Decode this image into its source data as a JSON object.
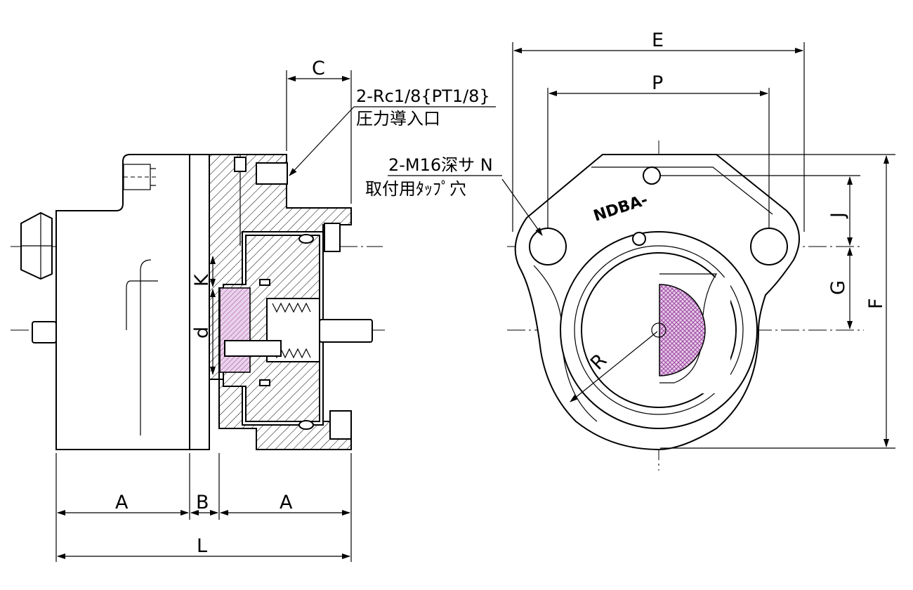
{
  "labels": {
    "dim_a_left": "A",
    "dim_b": "B",
    "dim_a_right": "A",
    "dim_l": "L",
    "dim_c": "C",
    "dim_k": "K",
    "dim_d": "d",
    "dim_e": "E",
    "dim_p": "P",
    "dim_j": "J",
    "dim_g": "G",
    "dim_f": "F",
    "dim_r": "R"
  },
  "notes": {
    "port_line1": "2-Rc1/8{PT1/8}",
    "port_line2": "圧力導入口",
    "tap_line1": "2-M16深サ N",
    "tap_line2": "取付用ﾀｯﾌﾟ穴"
  },
  "brand_mark": "NDBA-",
  "colors": {
    "line": "#000000",
    "background": "#ffffff",
    "friction_pad": "#b05ab0"
  }
}
